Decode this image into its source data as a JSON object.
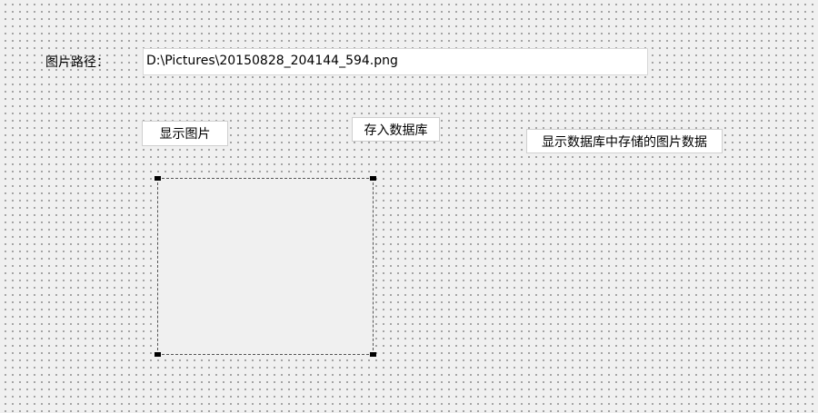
{
  "form": {
    "path_label": "图片路径：",
    "path_value": "D:\\Pictures\\20150828_204144_594.png",
    "buttons": {
      "show_image": "显示图片",
      "save_to_db": "存入数据库",
      "show_db_image": "显示数据库中存储的图片数据"
    }
  }
}
